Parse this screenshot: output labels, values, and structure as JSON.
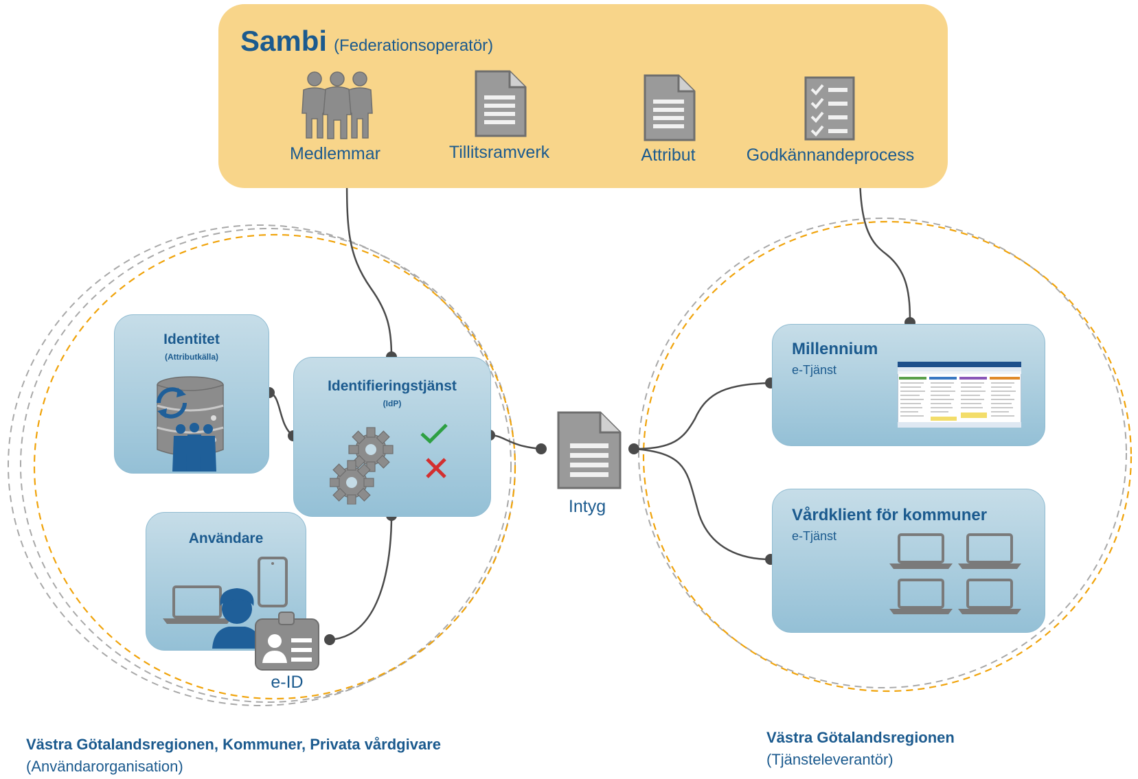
{
  "sambi": {
    "title": "Sambi",
    "subtitle": "(Federationsoperatör)",
    "items": [
      {
        "label": "Medlemmar",
        "icon": "people-group-icon"
      },
      {
        "label": "Tillitsramverk",
        "icon": "document-icon"
      },
      {
        "label": "Attribut",
        "icon": "document-icon"
      },
      {
        "label": "Godkännandeprocess",
        "icon": "checklist-icon"
      }
    ]
  },
  "user_org": {
    "identity": {
      "title": "Identitet",
      "subtitle": "(Attributkälla)",
      "icon": "database-sync-icon"
    },
    "idp": {
      "title": "Identifieringstjänst",
      "subtitle": "(IdP)",
      "icon": "gears-icon"
    },
    "user": {
      "title": "Användare",
      "icon": "user-devices-icon"
    },
    "eid_label": "e-ID",
    "org_name": "Västra Götalandsregionen, Kommuner, Privata vårdgivare",
    "org_role": "(Användarorganisation)"
  },
  "assertion_label": "Intyg",
  "service_org": {
    "services": [
      {
        "title": "Millennium",
        "subtitle": "e-Tjänst"
      },
      {
        "title": "Vårdklient för kommuner",
        "subtitle": "e-Tjänst"
      }
    ],
    "org_name": "Västra Götalandsregionen",
    "org_role": "(Tjänsteleverantör)"
  },
  "colors": {
    "sambi_bg": "#f8d58a",
    "text_blue": "#1b5a8e",
    "card_top": "#c6dde8",
    "card_bottom": "#94c0d6",
    "icon_gray": "#8c8c8c",
    "user_blue": "#1f5f99",
    "check_green": "#2ea043",
    "cross_red": "#d32f2f",
    "dash_orange": "#f0a30a",
    "dash_gray": "#a8a8a8",
    "connector": "#4a4a4a"
  }
}
